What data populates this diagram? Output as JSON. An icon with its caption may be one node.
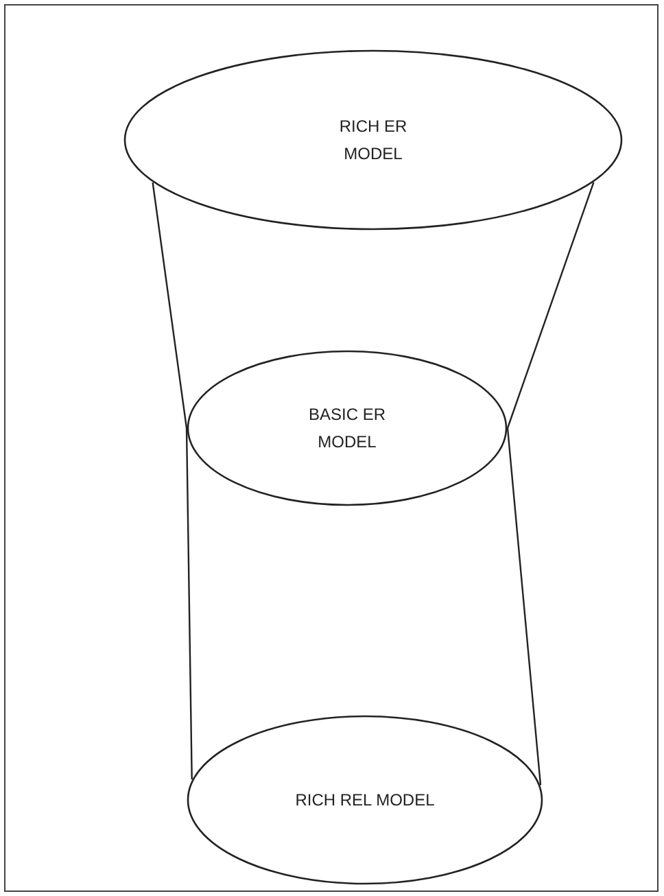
{
  "diagram": {
    "nodes": [
      {
        "text": [
          "RICH ER MODEL"
        ]
      },
      {
        "text": [
          "BASIC ER MODEL"
        ]
      },
      {
        "text": [
          "RICH REL MODEL"
        ]
      }
    ],
    "edges": [
      {
        "from": 0,
        "to": 1,
        "arrow": "none"
      },
      {
        "from": 0,
        "to": 1,
        "arrow": "none"
      },
      {
        "from": 1,
        "to": 2,
        "arrow": "none"
      },
      {
        "from": 1,
        "to": 2,
        "arrow": "none"
      }
    ]
  }
}
